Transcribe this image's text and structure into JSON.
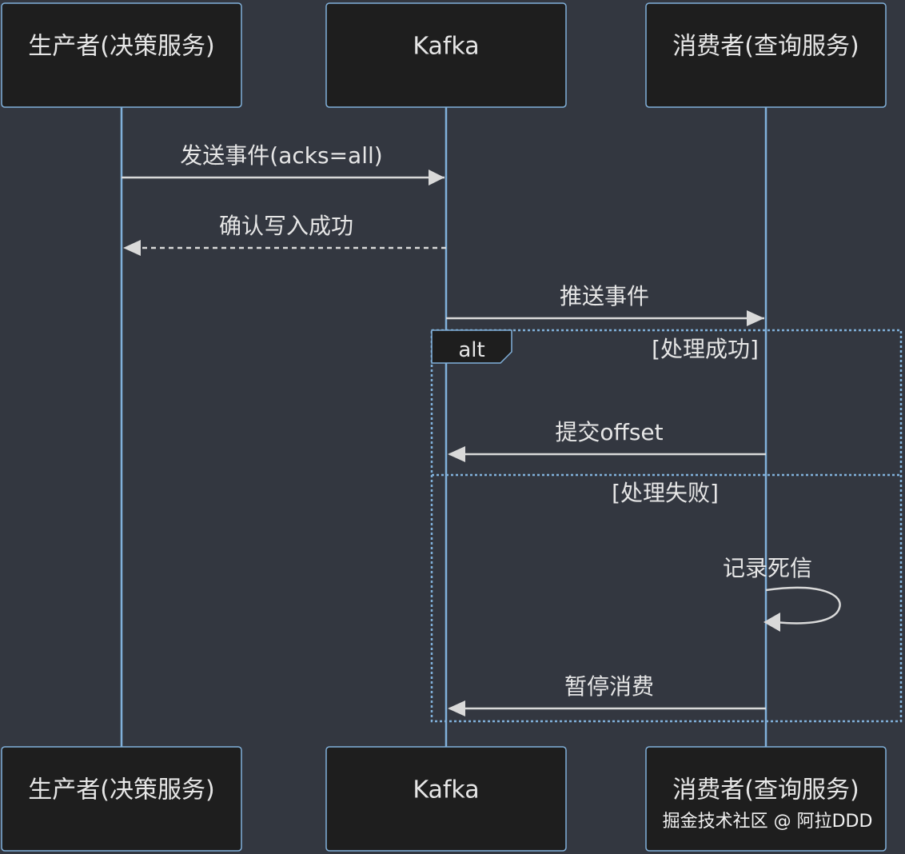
{
  "actors": {
    "producer": "生产者(决策服务)",
    "kafka": "Kafka",
    "consumer": "消费者(查询服务)"
  },
  "messages": {
    "send": "发送事件(acks=all)",
    "ack": "确认写入成功",
    "push": "推送事件",
    "commit": "提交offset",
    "log_dead": "记录死信",
    "pause": "暂停消费"
  },
  "alt": {
    "tag": "alt",
    "success_condition": "[处理成功]",
    "failure_condition": "[处理失败]"
  },
  "watermark": "掘金技术社区 @ 阿拉DDD",
  "colors": {
    "background": "#333740",
    "actor_fill": "#1e1e1e",
    "line_blue": "#81b1db",
    "arrow": "#d9d9d9",
    "text": "#e6e6e6"
  }
}
